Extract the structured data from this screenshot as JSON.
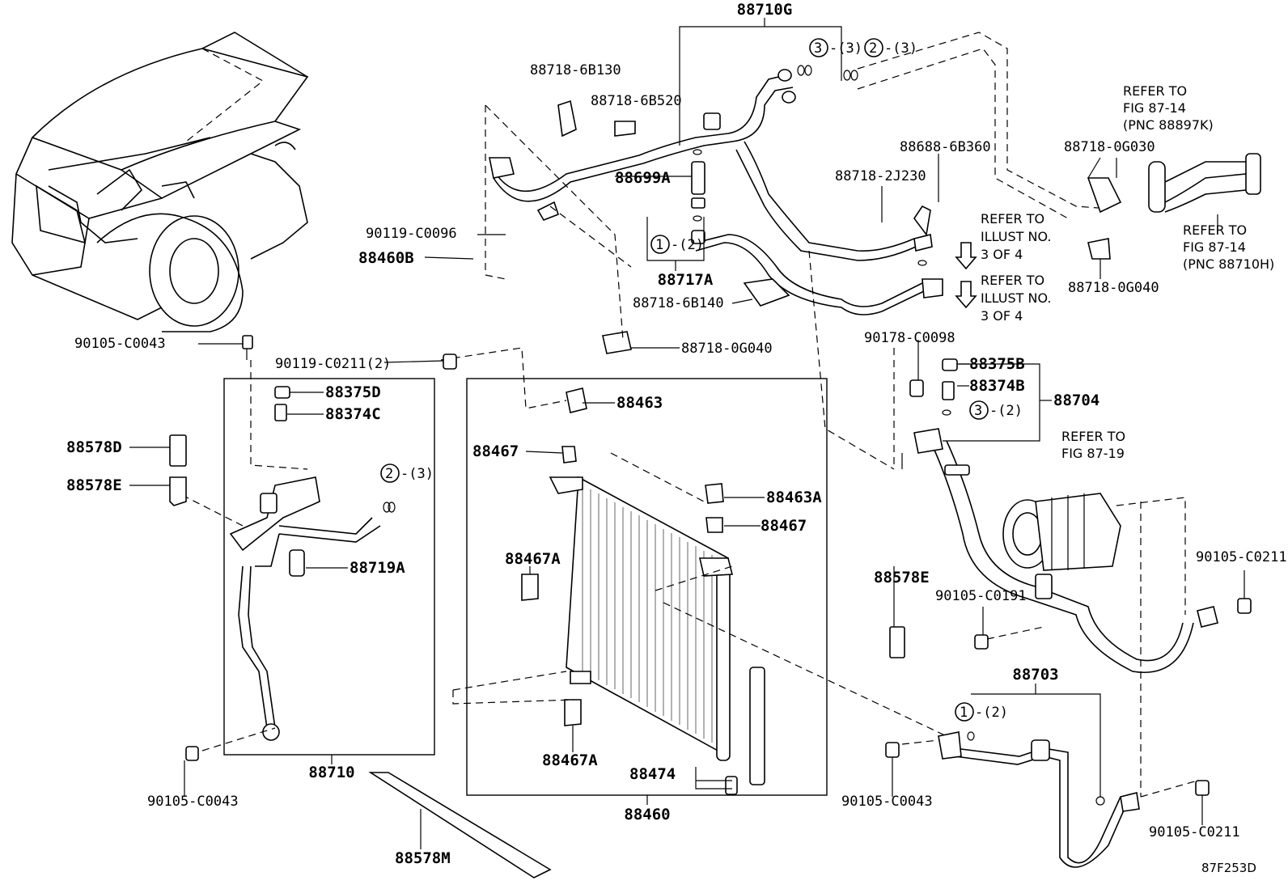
{
  "figure_id": "87F253D",
  "group_labels": {
    "condenser_assy": "88460",
    "condenser_tube_assy": "88710",
    "discharge_hose": "88703",
    "suction_hose": "88704",
    "tube_group": "88710G",
    "pipe_8717A": "88717A"
  },
  "callouts": {
    "c_2_3_top": {
      "circle": "2",
      "qty": "-(3)"
    },
    "c_3_3_top": {
      "circle": "3",
      "qty": "-(3)"
    },
    "c_1_2_mid": {
      "circle": "1",
      "qty": "-(2)"
    },
    "c_2_3_left": {
      "circle": "2",
      "qty": "-(3)"
    },
    "c_3_2_right": {
      "circle": "3",
      "qty": "-(2)"
    },
    "c_1_2_bottom": {
      "circle": "1",
      "qty": "-(2)"
    }
  },
  "parts": [
    "88718-6B130",
    "88718-6B520",
    "88699A",
    "90119-C0096",
    "88460B",
    "88718-6B140",
    "88718-0G040",
    "90105-C0043",
    "90119-C0211(2)",
    "88375D",
    "88374C",
    "88578D",
    "88578E",
    "88719A",
    "88463",
    "88467",
    "88467A",
    "88463A",
    "88474",
    "88578M",
    "88688-6B360",
    "88718-2J230",
    "88718-0G030",
    "88718-0G040",
    "90178-C0098",
    "88375B",
    "88374B",
    "90105-C0211",
    "90105-C0191",
    "88578E",
    "90105-C0043",
    "90105-C0211"
  ],
  "refer_notes": {
    "fig_87_14_k": [
      "REFER TO",
      "FIG 87-14",
      "(PNC 88897K)"
    ],
    "fig_87_14_h": [
      "REFER TO",
      "FIG 87-14",
      "(PNC 88710H)"
    ],
    "illust_a": [
      "REFER TO",
      "ILLUST NO.",
      "3 OF 4"
    ],
    "illust_b": [
      "REFER TO",
      "ILLUST NO.",
      "3 OF 4"
    ],
    "fig_87_19": [
      "REFER TO",
      "FIG 87-19"
    ]
  }
}
